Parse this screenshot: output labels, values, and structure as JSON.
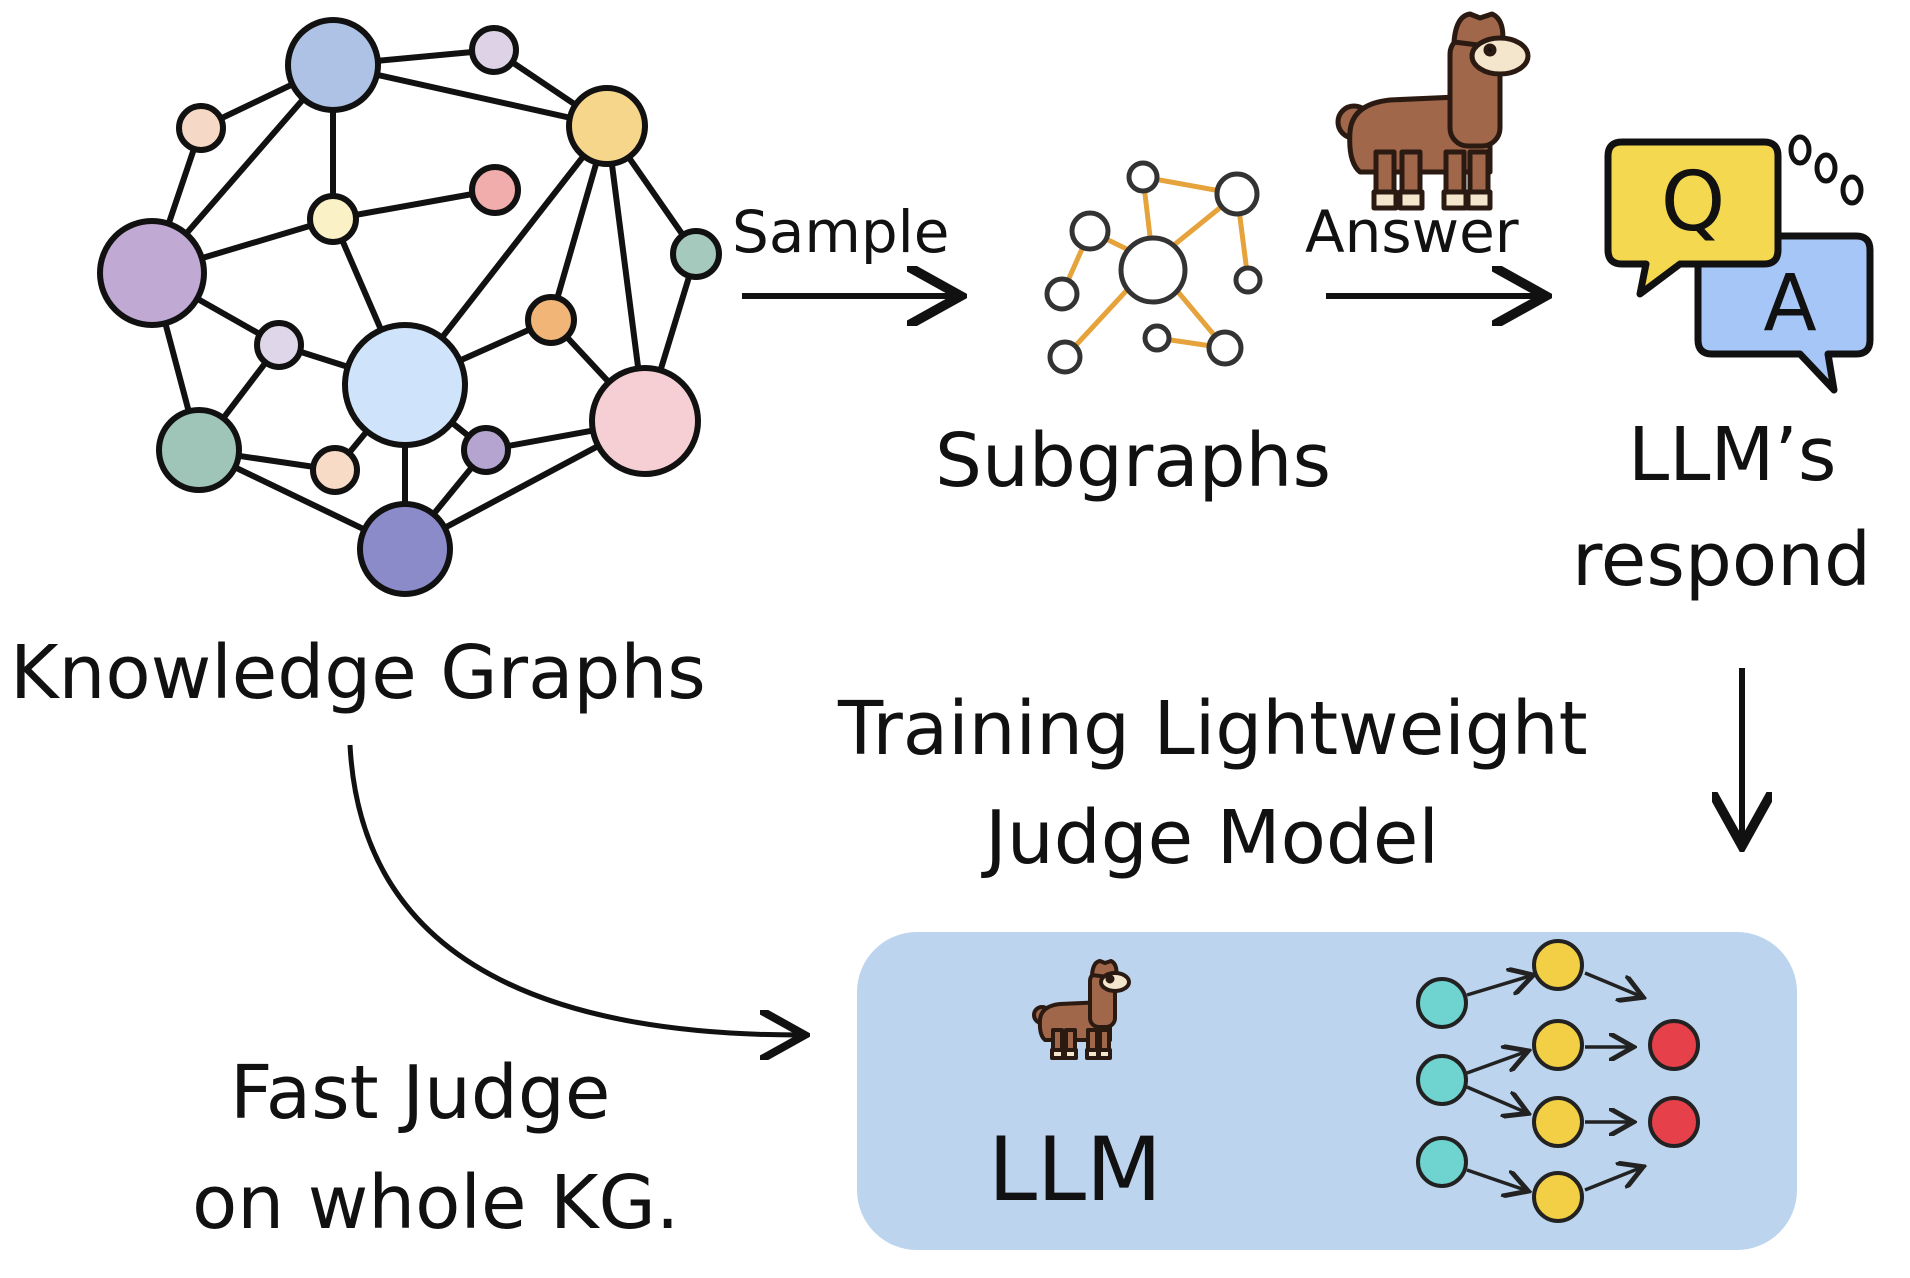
{
  "labels": {
    "knowledge_graphs": "Knowledge Graphs",
    "sample": "Sample",
    "subgraphs": "Subgraphs",
    "answer": "Answer",
    "llm_respond_line1": "LLM’s",
    "llm_respond_line2": "respond",
    "training_line1": "Training Lightweight",
    "training_line2": "Judge Model",
    "fast_judge_line1": "Fast Judge",
    "fast_judge_line2": "on whole KG.",
    "llm": "LLM"
  },
  "qa_icon": {
    "question_letter": "Q",
    "answer_letter": "A"
  },
  "colors": {
    "judge_box_fill": "#bdd4ee",
    "qa_question_bubble": "#f4d84f",
    "qa_answer_bubble": "#a6c6f7",
    "subgraph_edges": "#e6a33b",
    "network_input_nodes": "#6fd4cf",
    "network_hidden_nodes": "#f2cf45",
    "network_output_nodes": "#e6404a",
    "llama_body": "#a0674a"
  },
  "icons": [
    "knowledge-graph-icon",
    "subgraph-icon",
    "llama-icon",
    "qa-bubbles-icon",
    "neural-network-icon"
  ]
}
